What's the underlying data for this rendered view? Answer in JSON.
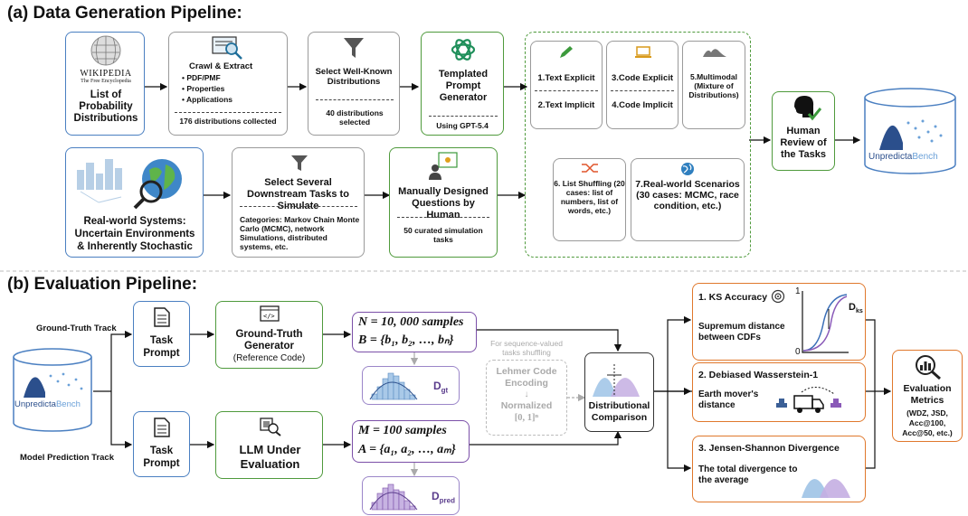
{
  "section_a": {
    "title": "(a) Data Generation Pipeline:",
    "wiki": {
      "logo_name": "Wikipedia",
      "logo_tag": "The Free Encyclopedia",
      "label": "List of Probability Distributions"
    },
    "crawl": {
      "title": "Crawl & Extract",
      "bullets": [
        "PDF/PMF",
        "Properties",
        "Applications"
      ],
      "footer": "176 distributions collected"
    },
    "select_dist": {
      "title": "Select Well-Known Distributions",
      "footer": "40 distributions selected"
    },
    "prompt_gen": {
      "title": "Templated Prompt Generator",
      "footer": "Using GPT-5.4"
    },
    "task_types": {
      "text_explicit": "1.Text Explicit",
      "text_implicit": "2.Text Implicit",
      "code_explicit": "3.Code Explicit",
      "code_implicit": "4.Code Implicit",
      "multimodal": "5.Multimodal (Mixture of Distributions)",
      "list_shuffling": "6. List Shuffling (20 cases: list of numbers, list of words, etc.)",
      "real_world": "7.Real-world Scenarios (30 cases: MCMC, race condition, etc.)"
    },
    "human_review": "Human Review of the Tasks",
    "bench_name_a": "Unpredicta",
    "bench_name_b": "Bench",
    "realworld": {
      "label": "Real-world Systems: Uncertain Environments & Inherently Stochastic"
    },
    "downstream": {
      "title": "Select Several Downstream Tasks to Simulate",
      "details": "Categories: Markov Chain Monte Carlo (MCMC), network Simulations, distributed systems, etc."
    },
    "manual": {
      "title": "Manually Designed Questions by Human",
      "footer": "50 curated simulation tasks"
    }
  },
  "section_b": {
    "title": "(b) Evaluation Pipeline:",
    "gt_track": "Ground-Truth Track",
    "pred_track": "Model Prediction Track",
    "task_prompt": "Task Prompt",
    "gt_gen": {
      "title": "Ground-Truth Generator",
      "sub": "(Reference Code)"
    },
    "llm": "LLM Under Evaluation",
    "gt_samples": {
      "line1": "N = 10, 000 samples",
      "line2": "B = {b₁, b₂, …, bₙ}"
    },
    "pred_samples": {
      "line1": "M = 100 samples",
      "line2": "A = {a₁, a₂, …, aₘ}"
    },
    "d_gt": "D",
    "d_gt_sub": "gt",
    "d_pred": "D",
    "d_pred_sub": "pred",
    "shuffle_note": "For sequence-valued tasks shuffling",
    "lehmer": "Lehmer Code Encoding",
    "normalized": "Normalized",
    "unit": "[0, 1]ⁿ",
    "dist_comp": "Distributional Comparison",
    "ks": {
      "title": "1. KS Accuracy",
      "desc": "Supremum distance between CDFs",
      "axis_top": "1",
      "axis_zero": "0",
      "d_label": "D",
      "d_sub": "ks"
    },
    "wass": {
      "title": "2. Debiased Wasserstein-1",
      "desc": "Earth mover's distance"
    },
    "js": {
      "title": "3. Jensen-Shannon Divergence",
      "desc": "The total divergence to the average"
    },
    "metrics": {
      "title": "Evaluation Metrics",
      "list": "(WDZ, JSD, Acc@100, Acc@50, etc.)"
    }
  }
}
